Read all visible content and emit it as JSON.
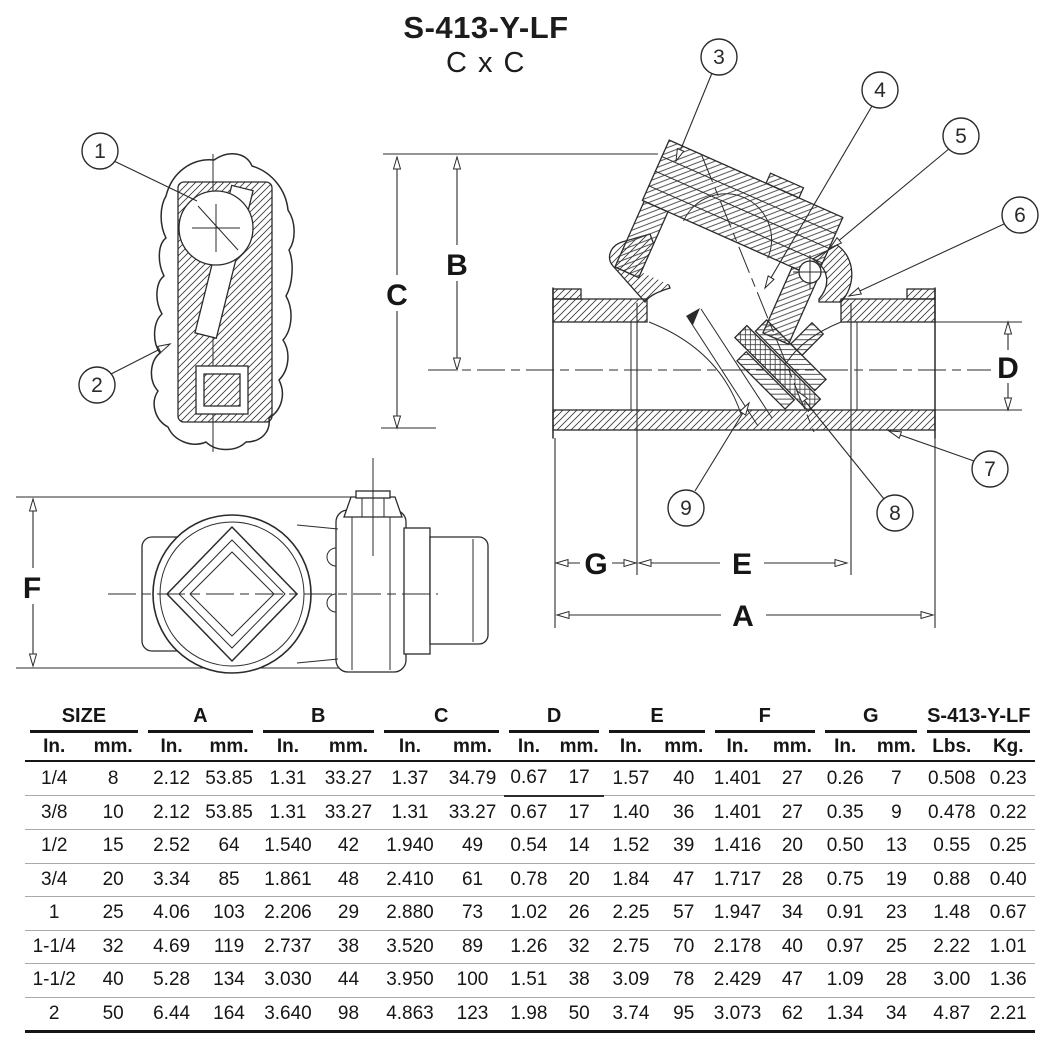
{
  "title": "S-413-Y-LF",
  "subtitle": "C x C",
  "drawing": {
    "dims": {
      "a": "A",
      "b": "B",
      "c": "C",
      "d": "D",
      "e": "E",
      "f": "F",
      "g": "G"
    },
    "callouts": [
      "1",
      "2",
      "3",
      "4",
      "5",
      "6",
      "7",
      "8",
      "9"
    ]
  },
  "table": {
    "groups": [
      {
        "label": "SIZE",
        "sub": [
          "In.",
          "mm."
        ]
      },
      {
        "label": "A",
        "sub": [
          "In.",
          "mm."
        ]
      },
      {
        "label": "B",
        "sub": [
          "In.",
          "mm."
        ]
      },
      {
        "label": "C",
        "sub": [
          "In.",
          "mm."
        ]
      },
      {
        "label": "D",
        "sub": [
          "In.",
          "mm."
        ]
      },
      {
        "label": "E",
        "sub": [
          "In.",
          "mm."
        ]
      },
      {
        "label": "F",
        "sub": [
          "In.",
          "mm."
        ]
      },
      {
        "label": "G",
        "sub": [
          "In.",
          "mm."
        ]
      },
      {
        "label": "S-413-Y-LF",
        "sub": [
          "Lbs.",
          "Kg."
        ]
      }
    ],
    "rows": [
      [
        "1/4",
        "8",
        "2.12",
        "53.85",
        "1.31",
        "33.27",
        "1.37",
        "34.79",
        "0.67",
        "17",
        "1.57",
        "40",
        "1.401",
        "27",
        "0.26",
        "7",
        "0.508",
        "0.23"
      ],
      [
        "3/8",
        "10",
        "2.12",
        "53.85",
        "1.31",
        "33.27",
        "1.31",
        "33.27",
        "0.67",
        "17",
        "1.40",
        "36",
        "1.401",
        "27",
        "0.35",
        "9",
        "0.478",
        "0.22"
      ],
      [
        "1/2",
        "15",
        "2.52",
        "64",
        "1.540",
        "42",
        "1.940",
        "49",
        "0.54",
        "14",
        "1.52",
        "39",
        "1.416",
        "20",
        "0.50",
        "13",
        "0.55",
        "0.25"
      ],
      [
        "3/4",
        "20",
        "3.34",
        "85",
        "1.861",
        "48",
        "2.410",
        "61",
        "0.78",
        "20",
        "1.84",
        "47",
        "1.717",
        "28",
        "0.75",
        "19",
        "0.88",
        "0.40"
      ],
      [
        "1",
        "25",
        "4.06",
        "103",
        "2.206",
        "29",
        "2.880",
        "73",
        "1.02",
        "26",
        "2.25",
        "57",
        "1.947",
        "34",
        "0.91",
        "23",
        "1.48",
        "0.67"
      ],
      [
        "1-1/4",
        "32",
        "4.69",
        "119",
        "2.737",
        "38",
        "3.520",
        "89",
        "1.26",
        "32",
        "2.75",
        "70",
        "2.178",
        "40",
        "0.97",
        "25",
        "2.22",
        "1.01"
      ],
      [
        "1-1/2",
        "40",
        "5.28",
        "134",
        "3.030",
        "44",
        "3.950",
        "100",
        "1.51",
        "38",
        "3.09",
        "78",
        "2.429",
        "47",
        "1.09",
        "28",
        "3.00",
        "1.36"
      ],
      [
        "2",
        "50",
        "6.44",
        "164",
        "3.640",
        "98",
        "4.863",
        "123",
        "1.98",
        "50",
        "3.74",
        "95",
        "3.073",
        "62",
        "1.34",
        "34",
        "4.87",
        "2.21"
      ]
    ]
  }
}
